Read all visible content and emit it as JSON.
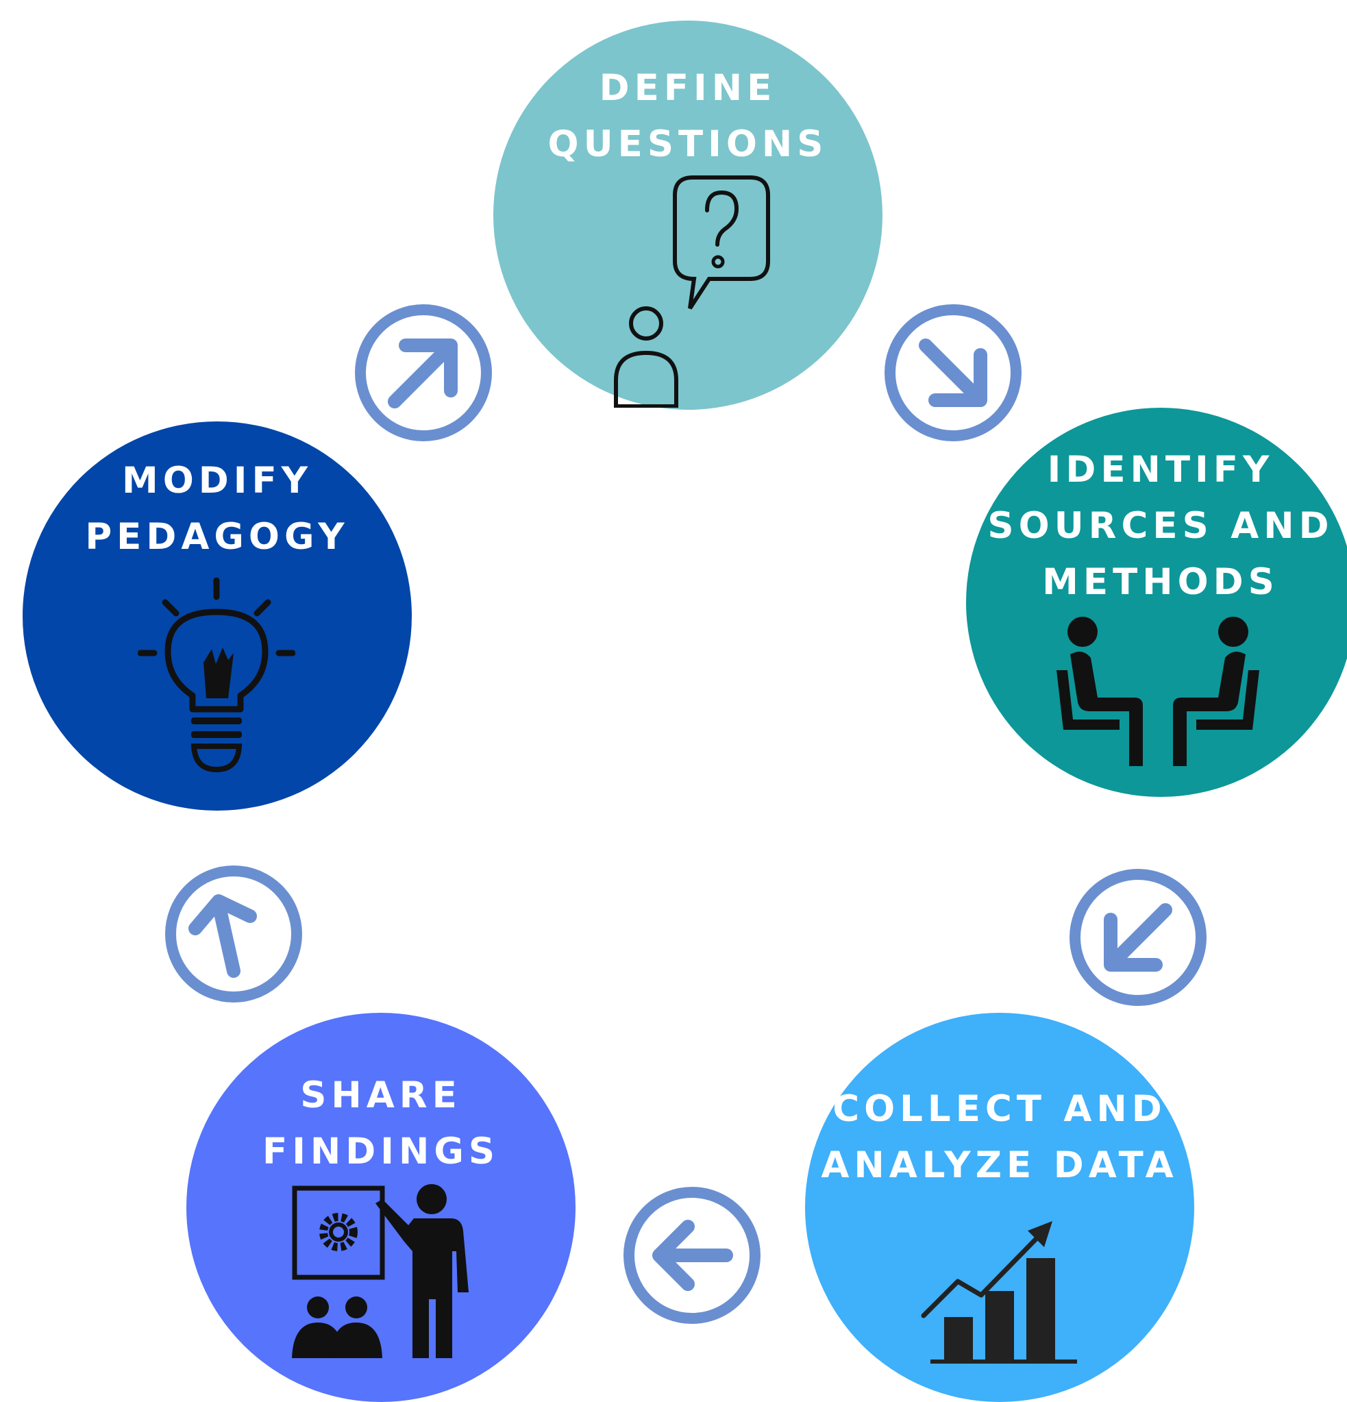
{
  "diagram": {
    "colors": {
      "define": "#7cc5cc",
      "identify": "#0d9799",
      "collect": "#3fb0fa",
      "share": "#5674fc",
      "modify": "#0346a9",
      "arrow": "#6a8fd0",
      "icon": "#111111",
      "label": "#ffffff"
    },
    "steps": [
      {
        "id": "define",
        "lines": [
          "DEFINE",
          "QUESTIONS"
        ],
        "icon": "person-question-icon"
      },
      {
        "id": "identify",
        "lines": [
          "IDENTIFY",
          "SOURCES AND",
          "METHODS"
        ],
        "icon": "interview-icon"
      },
      {
        "id": "collect",
        "lines": [
          "COLLECT AND",
          "ANALYZE DATA"
        ],
        "icon": "growth-chart-icon"
      },
      {
        "id": "share",
        "lines": [
          "SHARE",
          "FINDINGS"
        ],
        "icon": "presentation-icon"
      },
      {
        "id": "modify",
        "lines": [
          "MODIFY",
          "PEDAGOGY"
        ],
        "icon": "lightbulb-icon"
      }
    ],
    "arrows": [
      {
        "from": "define",
        "to": "identify",
        "icon": "arrow-down-right-icon"
      },
      {
        "from": "identify",
        "to": "collect",
        "icon": "arrow-down-left-icon"
      },
      {
        "from": "collect",
        "to": "share",
        "icon": "arrow-left-icon"
      },
      {
        "from": "share",
        "to": "modify",
        "icon": "arrow-up-icon"
      },
      {
        "from": "modify",
        "to": "define",
        "icon": "arrow-up-right-icon"
      }
    ]
  }
}
